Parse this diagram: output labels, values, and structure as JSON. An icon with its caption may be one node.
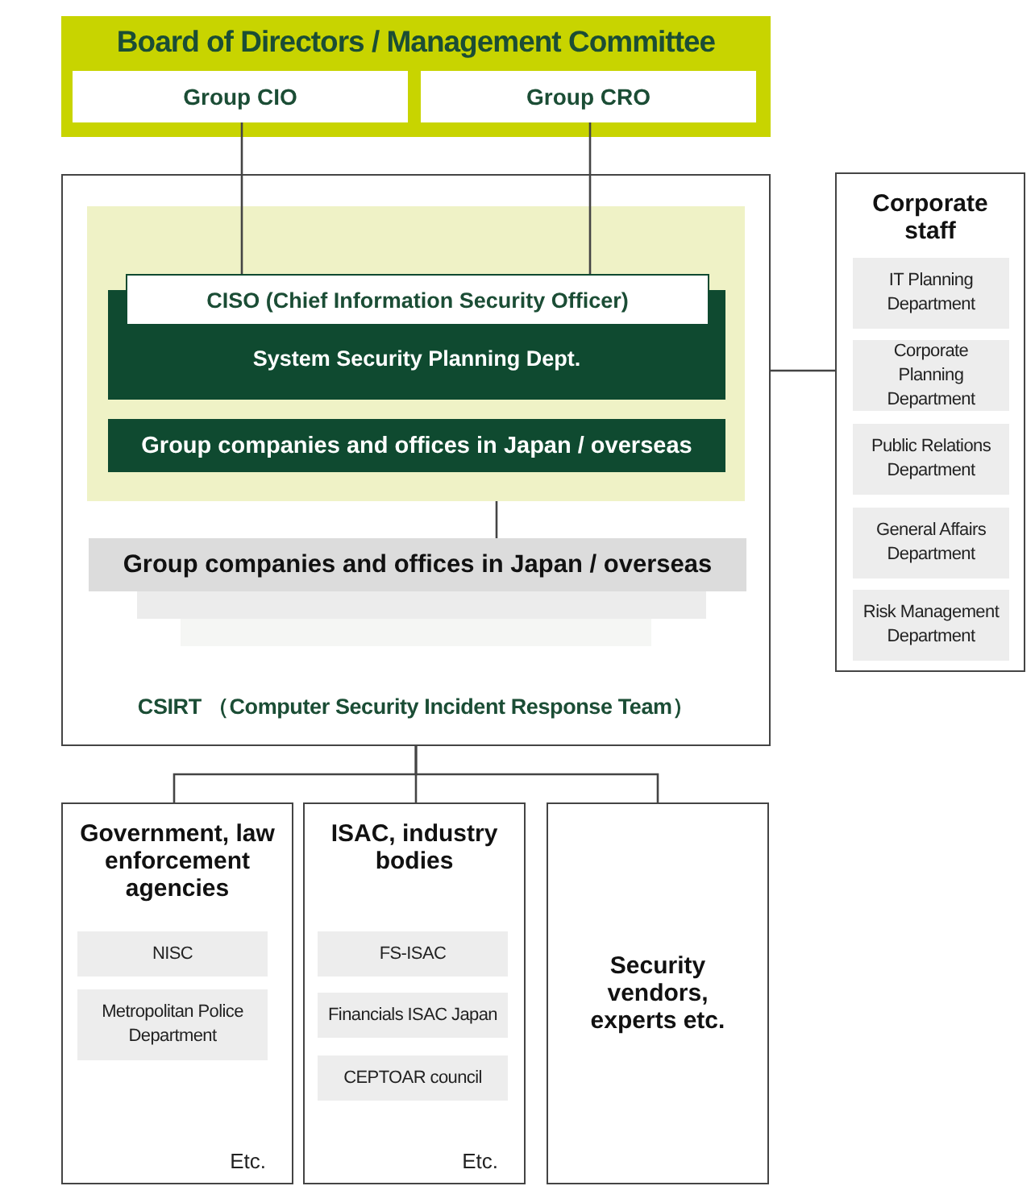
{
  "diagram": {
    "nodes": [
      {
        "text": [
          "Board of Directors / Management Committee"
        ]
      },
      {
        "text": [
          "Group CIO"
        ],
        "in": 0
      },
      {
        "text": [
          "Group CRO"
        ],
        "in": 0
      },
      {
        "text": [
          "CSIRT （Computer Security Incident Response Team）"
        ]
      },
      {
        "text": [],
        "shape": "box",
        "in": 3
      },
      {
        "text": [
          "CISO (Chief Information Security Officer)",
          "System Security Planning Dept."
        ],
        "in": 4
      },
      {
        "text": [
          "Group companies and offices in Japan / overseas"
        ],
        "in": 4
      },
      {
        "text": [
          "Group companies and offices in Japan / overseas"
        ],
        "in": 3
      },
      {
        "text": [
          "Corporate staff"
        ]
      },
      {
        "text": [
          "IT Planning Department"
        ],
        "in": 8
      },
      {
        "text": [
          "Corporate Planning Department"
        ],
        "in": 8
      },
      {
        "text": [
          "Public Relations Department"
        ],
        "in": 8
      },
      {
        "text": [
          "General Affairs Department"
        ],
        "in": 8
      },
      {
        "text": [
          "Risk Management Department"
        ],
        "in": 8
      },
      {
        "text": [
          "Government, law enforcement agencies",
          "Etc."
        ]
      },
      {
        "text": [
          "NISC"
        ],
        "in": 14
      },
      {
        "text": [
          "Metropolitan Police Department"
        ],
        "in": 14
      },
      {
        "text": [
          "ISAC, industry bodies",
          "Etc."
        ]
      },
      {
        "text": [
          "FS-ISAC"
        ],
        "in": 17
      },
      {
        "text": [
          "Financials ISAC Japan"
        ],
        "in": 17
      },
      {
        "text": [
          "CEPTOAR council"
        ],
        "in": 17
      },
      {
        "text": [
          "Security vendors, experts etc."
        ]
      },
      {
        "text": [],
        "shape": "box",
        "in": 3
      },
      {
        "text": [],
        "shape": "box",
        "in": 3
      }
    ],
    "edges": [
      {
        "from": 1,
        "to": 5,
        "arrow": "none"
      },
      {
        "from": 2,
        "to": 5,
        "arrow": "none"
      },
      {
        "from": 4,
        "to": 7,
        "arrow": "none"
      },
      {
        "from": 3,
        "to": 8,
        "arrow": "none"
      },
      {
        "from": 3,
        "to": 14,
        "arrow": "none"
      },
      {
        "from": 3,
        "to": 17,
        "arrow": "none"
      },
      {
        "from": 3,
        "to": 21,
        "arrow": "none"
      }
    ]
  }
}
